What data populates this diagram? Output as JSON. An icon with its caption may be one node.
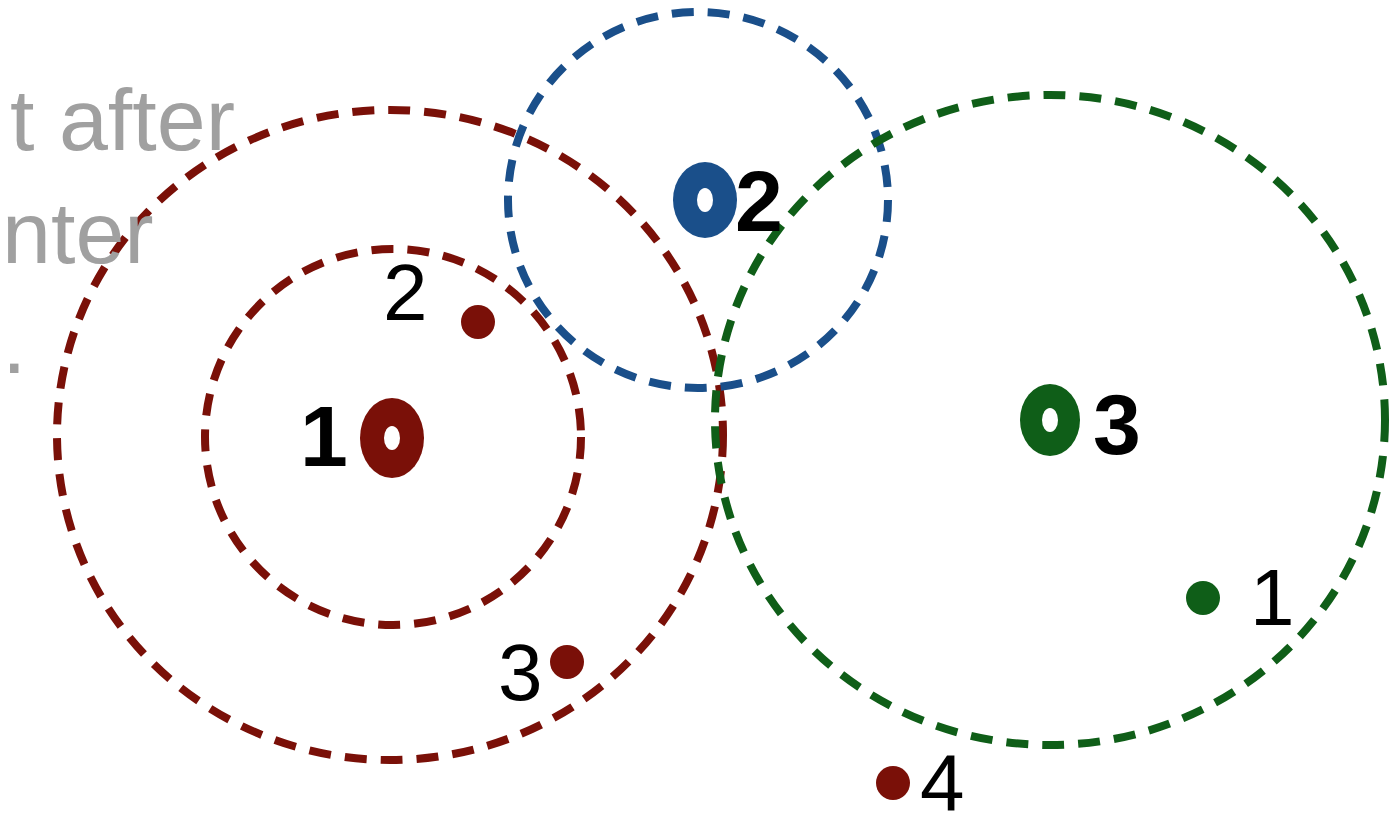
{
  "diagram": {
    "labels": [
      "t after",
      "2",
      "nter",
      "2",
      ".",
      "3",
      "1",
      "1",
      "3",
      "4"
    ]
  }
}
